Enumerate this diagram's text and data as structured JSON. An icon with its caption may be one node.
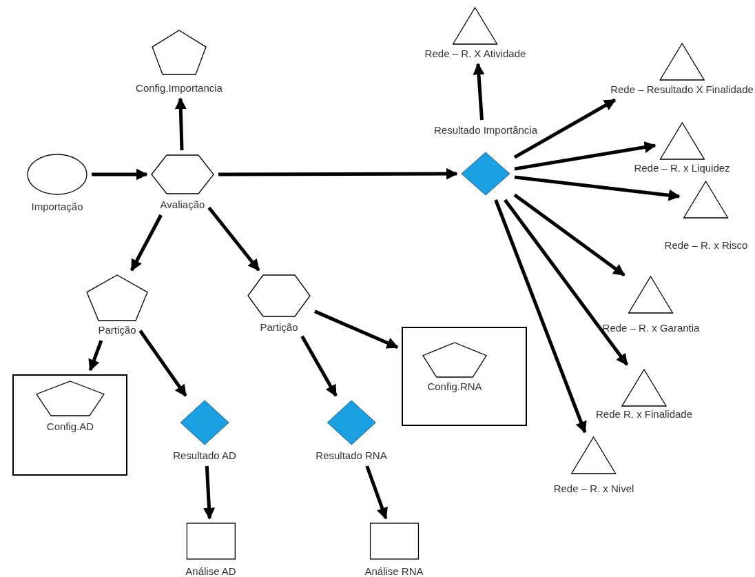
{
  "diagram": {
    "nodes": [
      {
        "text": [
          "Importação"
        ]
      },
      {
        "text": [
          "Avaliação"
        ]
      },
      {
        "text": [
          "Config.Importancia"
        ]
      },
      {
        "text": [
          "Resultado Importância"
        ]
      },
      {
        "text": [
          "Rede – R. X Atividade"
        ]
      },
      {
        "text": [
          "Rede – Resultado X Finalidade"
        ]
      },
      {
        "text": [
          "Rede – R. x Liquidez"
        ]
      },
      {
        "text": [
          "Rede – R. x Risco"
        ]
      },
      {
        "text": [
          "Rede – R. x Garantia"
        ]
      },
      {
        "text": [
          "Rede R. x Finalidade"
        ]
      },
      {
        "text": [
          "Rede – R. x Nivel"
        ]
      },
      {
        "text": [
          "Partição"
        ]
      },
      {
        "text": [
          "Partição"
        ]
      },
      {
        "text": [],
        "shape": "box"
      },
      {
        "text": [
          "Config.AD"
        ],
        "in": 13
      },
      {
        "text": [
          "Resultado AD"
        ]
      },
      {
        "text": [
          "Resultado RNA"
        ]
      },
      {
        "text": [],
        "shape": "box"
      },
      {
        "text": [
          "Config.RNA"
        ],
        "in": 17
      },
      {
        "text": [
          "Análise AD"
        ]
      },
      {
        "text": [
          "Análise RNA"
        ]
      }
    ],
    "edges": [
      {
        "from": 0,
        "to": 1,
        "arrow": "to"
      },
      {
        "from": 1,
        "to": 2,
        "arrow": "to"
      },
      {
        "from": 1,
        "to": 3,
        "arrow": "to"
      },
      {
        "from": 1,
        "to": 11,
        "arrow": "to"
      },
      {
        "from": 1,
        "to": 12,
        "arrow": "to"
      },
      {
        "from": 3,
        "to": 4,
        "arrow": "to"
      },
      {
        "from": 3,
        "to": 5,
        "arrow": "to"
      },
      {
        "from": 3,
        "to": 6,
        "arrow": "to"
      },
      {
        "from": 3,
        "to": 7,
        "arrow": "to"
      },
      {
        "from": 3,
        "to": 8,
        "arrow": "to"
      },
      {
        "from": 3,
        "to": 9,
        "arrow": "to"
      },
      {
        "from": 3,
        "to": 10,
        "arrow": "to"
      },
      {
        "from": 11,
        "to": 13,
        "arrow": "to"
      },
      {
        "from": 11,
        "to": 15,
        "arrow": "to"
      },
      {
        "from": 12,
        "to": 17,
        "arrow": "to"
      },
      {
        "from": 12,
        "to": 16,
        "arrow": "to"
      },
      {
        "from": 15,
        "to": 19,
        "arrow": "to"
      },
      {
        "from": 16,
        "to": 20,
        "arrow": "to"
      }
    ]
  }
}
